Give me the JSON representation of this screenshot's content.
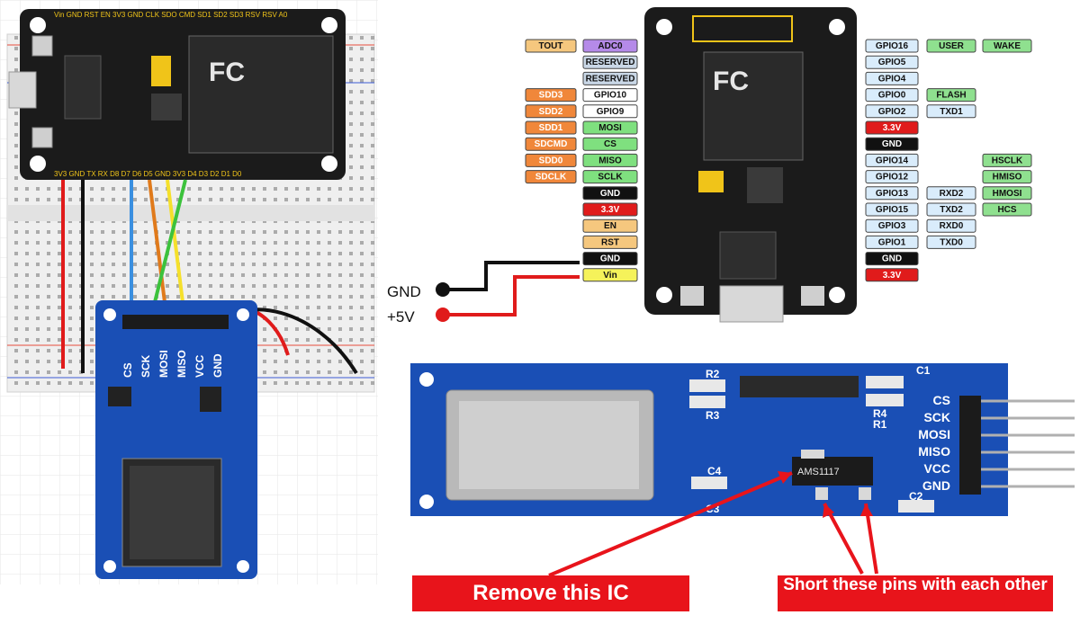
{
  "nodemcu_top_header": "Vin GND RST EN 3V3 GND CLK SDO CMD SD1 SD2 SD3 RSV RSV A0",
  "nodemcu_bottom_header": "3V3 GND TX RX D8 D7 D6 D5 GND 3V3 D4 D3 D2 D1 D0",
  "reader_pins": [
    "CS",
    "SCK",
    "MOSI",
    "MISO",
    "VCC",
    "GND"
  ],
  "pinout_left": [
    {
      "pin": "ADC0",
      "func": "TOUT",
      "color": "#b58ae8",
      "func_color": "#f5c77e"
    },
    {
      "pin": "RESERVED",
      "func": "",
      "color": "#c9d7e6"
    },
    {
      "pin": "RESERVED",
      "func": "",
      "color": "#c9d7e6"
    },
    {
      "pin": "GPIO10",
      "func": "SDD3",
      "color": "#ffffff",
      "func_color": "#f0873a"
    },
    {
      "pin": "GPIO9",
      "func": "SDD2",
      "color": "#ffffff",
      "func_color": "#f0873a"
    },
    {
      "pin": "MOSI",
      "func": "SDD1",
      "color": "#7fe07f",
      "func_color": "#f0873a"
    },
    {
      "pin": "CS",
      "func": "SDCMD",
      "color": "#7fe07f",
      "func_color": "#f0873a"
    },
    {
      "pin": "MISO",
      "func": "SDD0",
      "color": "#7fe07f",
      "func_color": "#f0873a"
    },
    {
      "pin": "SCLK",
      "func": "SDCLK",
      "color": "#7fe07f",
      "func_color": "#f0873a"
    },
    {
      "pin": "GND",
      "func": "",
      "color": "#111111"
    },
    {
      "pin": "3.3V",
      "func": "",
      "color": "#e01b1b"
    },
    {
      "pin": "EN",
      "func": "",
      "color": "#f5c77e"
    },
    {
      "pin": "RST",
      "func": "",
      "color": "#f5c77e"
    },
    {
      "pin": "GND",
      "func": "",
      "color": "#111111"
    },
    {
      "pin": "Vin",
      "func": "",
      "color": "#f5f25a"
    }
  ],
  "pinout_right": [
    {
      "pin": "GPIO16",
      "tags": [
        "USER",
        "WAKE"
      ]
    },
    {
      "pin": "GPIO5",
      "tags": []
    },
    {
      "pin": "GPIO4",
      "tags": []
    },
    {
      "pin": "GPIO0",
      "tags": [
        "FLASH"
      ]
    },
    {
      "pin": "GPIO2",
      "tags": [
        "TXD1"
      ]
    },
    {
      "pin": "3.3V",
      "tags": []
    },
    {
      "pin": "GND",
      "tags": []
    },
    {
      "pin": "GPIO14",
      "tags": [
        "",
        "HSCLK"
      ]
    },
    {
      "pin": "GPIO12",
      "tags": [
        "",
        "HMISO"
      ]
    },
    {
      "pin": "GPIO13",
      "tags": [
        "RXD2",
        "HMOSI"
      ]
    },
    {
      "pin": "GPIO15",
      "tags": [
        "TXD2",
        "HCS"
      ]
    },
    {
      "pin": "GPIO3",
      "tags": [
        "RXD0"
      ]
    },
    {
      "pin": "GPIO1",
      "tags": [
        "TXD0"
      ]
    },
    {
      "pin": "GND",
      "tags": []
    },
    {
      "pin": "3.3V",
      "tags": []
    }
  ],
  "power_labels": {
    "gnd": "GND",
    "vcc": "+5V"
  },
  "module_pins": [
    "CS",
    "SCK",
    "MOSI",
    "MISO",
    "VCC",
    "GND"
  ],
  "module_refs": {
    "r2": "R2",
    "r3": "R3",
    "r4": "R4",
    "r1": "R1",
    "c1": "C1",
    "c2": "C2",
    "c4": "C4",
    "c3": "C3",
    "ic": "AMS1117"
  },
  "callouts": {
    "remove_ic": "Remove this IC",
    "short_pins": "Short these pins with each other"
  },
  "colors": {
    "board_blue": "#1a4fb5",
    "mcu_black": "#1b1b1b",
    "callout_red": "#e8141b",
    "wire_red": "#e01b1b",
    "wire_black": "#111111",
    "wire_blue": "#3a8fe0",
    "wire_orange": "#e07a1b",
    "wire_green": "#3cc23c",
    "wire_yellow": "#f5e02b"
  }
}
